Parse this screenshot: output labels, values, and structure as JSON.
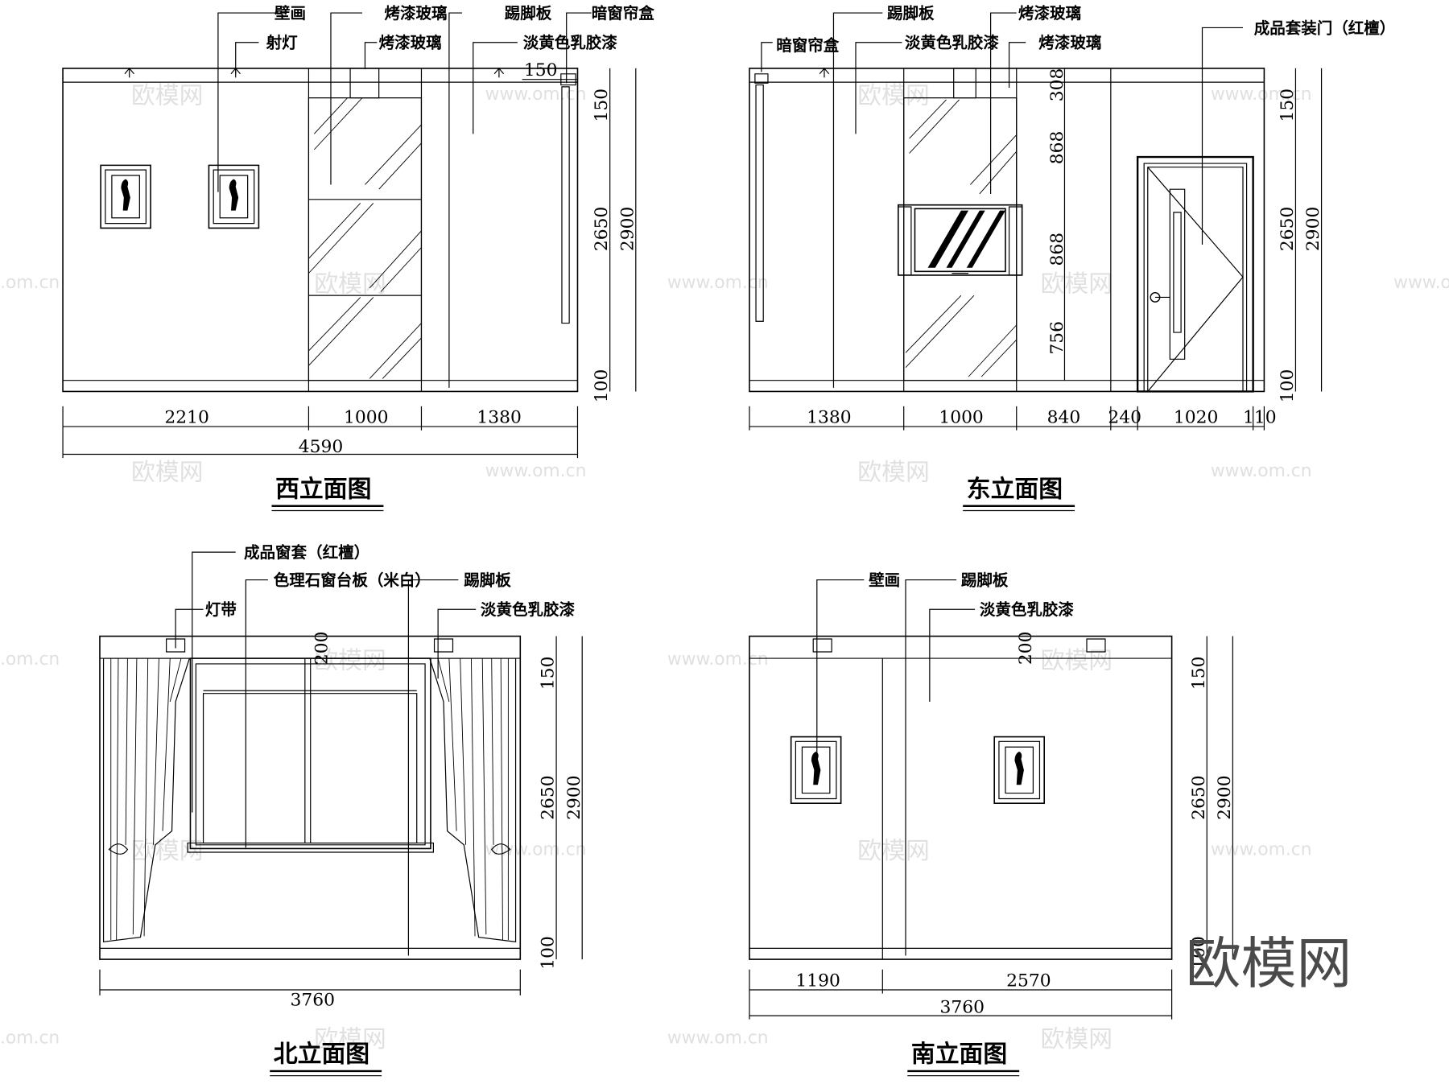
{
  "elevations": {
    "west": {
      "title": "西立面图",
      "labels": {
        "mural": "壁画",
        "spotlight": "射灯",
        "glass1": "烤漆玻璃",
        "glass2": "烤漆玻璃",
        "skirting": "踢脚板",
        "latex": "淡黄色乳胶漆",
        "curtain_box": "暗窗帘盒"
      },
      "dims": {
        "w1": "2210",
        "w2": "1000",
        "w3": "1380",
        "total": "4590",
        "top150": "150",
        "v150": "150",
        "v2650": "2650",
        "v100": "100",
        "v2900": "2900"
      }
    },
    "east": {
      "title": "东立面图",
      "labels": {
        "skirting": "踢脚板",
        "glass1": "烤漆玻璃",
        "curtain_box": "暗窗帘盒",
        "latex": "淡黄色乳胶漆",
        "glass2": "烤漆玻璃",
        "door": "成品套装门（红檀）"
      },
      "dims": {
        "w1": "1380",
        "w2": "1000",
        "w3": "840",
        "w4": "240",
        "w5": "1020",
        "w6": "110",
        "g308": "308",
        "g868a": "868",
        "g868b": "868",
        "g756": "756",
        "v150": "150",
        "v2650": "2650",
        "v100": "100",
        "v2900": "2900"
      }
    },
    "north": {
      "title": "北立面图",
      "labels": {
        "window_frame": "成品窗套（红檀）",
        "sill": "色理石窗台板（米白）",
        "skirting": "踢脚板",
        "light_strip": "灯带",
        "latex": "淡黄色乳胶漆"
      },
      "dims": {
        "total": "3760",
        "v200": "200",
        "v150": "150",
        "v2650": "2650",
        "v100": "100",
        "v2900": "2900"
      }
    },
    "south": {
      "title": "南立面图",
      "labels": {
        "mural": "壁画",
        "skirting": "踢脚板",
        "latex": "淡黄色乳胶漆"
      },
      "dims": {
        "w1": "1190",
        "w2": "2570",
        "total": "3760",
        "v200": "200",
        "v150": "150",
        "v2650": "2650",
        "v100": "100",
        "v2900": "2900"
      }
    }
  },
  "watermark": {
    "name": "欧模网",
    "url": "www.om.cn",
    "partial": ".om.cn"
  },
  "logo": "欧模网"
}
